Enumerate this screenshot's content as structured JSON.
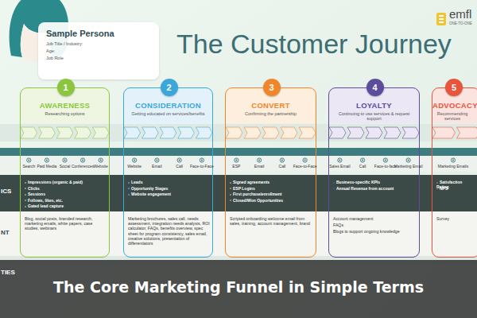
{
  "diagram": {
    "title": "The Customer Journey",
    "caption": "The Core Marketing Funnel in Simple Terms",
    "nodes": [
      {
        "text": [
          "Sample Persona",
          "Job Title / Industry:",
          "Age:",
          "Job Role"
        ]
      },
      {
        "text": [
          "AWARENESS",
          "Researching options"
        ]
      },
      {
        "text": [
          "1"
        ],
        "in": 1
      },
      {
        "text": [
          "CONSIDERATION",
          "Getting educated on services/benefits"
        ]
      },
      {
        "text": [
          "2"
        ],
        "in": 3
      },
      {
        "text": [
          "CONVERT",
          "Confirming the partnership"
        ]
      },
      {
        "text": [
          "3"
        ],
        "in": 5
      },
      {
        "text": [
          "LOYALTY",
          "Continuing to use services & request support"
        ]
      },
      {
        "text": [
          "4"
        ],
        "in": 7
      },
      {
        "text": [
          "ADVOCACY",
          "Recommending services"
        ]
      },
      {
        "text": [
          "5"
        ],
        "in": 9
      }
    ],
    "labels": [
      "emfl",
      "ONE-TO-ONE",
      "ICS",
      "NT",
      "TIES",
      "Search",
      "Paid Media",
      "Social",
      "Conferences",
      "Website",
      "Website",
      "Email",
      "Call",
      "Face-to-Face",
      "ESP",
      "Email",
      "Call",
      "Face-to-Face",
      "Sales Email",
      "Call",
      "Face-to-face",
      "Marketing Email",
      "Marketing Emails",
      "Impressions (organic & paid)",
      "Clicks",
      "Sessions",
      "Follows, likes, etc.",
      "Gated lead capture",
      "Leads",
      "Opportunity Stages",
      "Website engagement",
      "Signed agreements",
      "ESP Logins",
      "First purchase/enrollment",
      "Closed/Won Opportunities",
      "Business-specific KPIs",
      "Annual Revenue from account",
      "Satisfaction Rating",
      "NPS",
      "Blog, social posts, branded research, marketing emails, white papers, case studies, webinars",
      "Marketing brochures, sales call, needs assessment, integration needs analysis, ROI calculator, FAQs, benefits overview, spec sheet for program consistency, sales email, creative solutions, presentation of differentiators",
      "Scripted onboarding welcome email from sales, training, account management, brand",
      "Account management",
      "FAQs",
      "Blogs to support ongoing knowledge",
      "Survey"
    ]
  }
}
